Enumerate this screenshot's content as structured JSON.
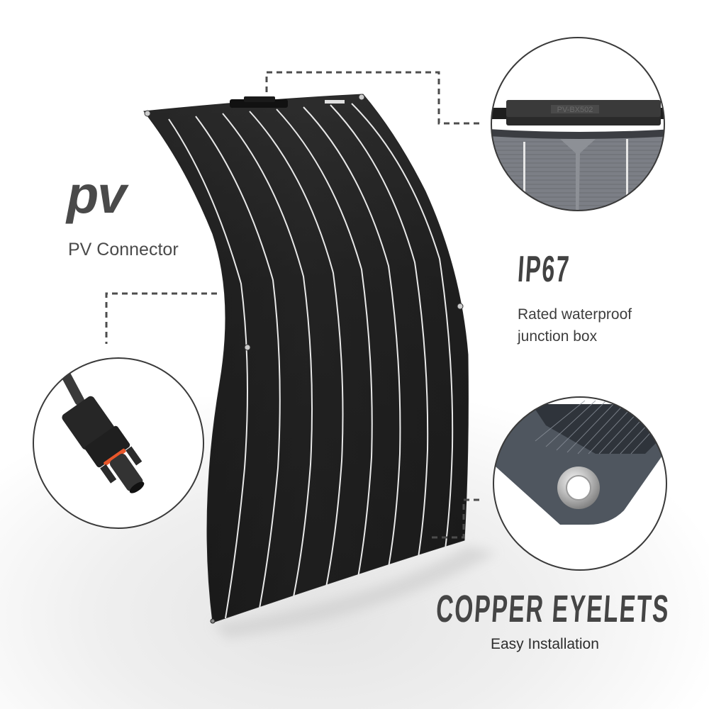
{
  "features": {
    "pv_connector": {
      "logo_text": "pv",
      "caption": "PV Connector",
      "icon": "pv-connector-plug"
    },
    "junction_box": {
      "title": "IP67",
      "caption_line1": "Rated waterproof",
      "caption_line2": "junction box",
      "box_label": "PV-BX502",
      "icon": "junction-box"
    },
    "eyelets": {
      "title": "COPPER EYELETS",
      "caption": "Easy Installation",
      "icon": "metal-eyelet"
    }
  },
  "product": {
    "name": "Flexible monocrystalline solar panel",
    "cell_columns": 9,
    "panel_color": "#1f1f1f",
    "busbar_color": "#e8e8e8"
  },
  "colors": {
    "text_dark": "#444444",
    "dashed_line": "#4d4d4d",
    "circle_border": "#3a3a3a",
    "connector_ring": "#e8562a"
  }
}
